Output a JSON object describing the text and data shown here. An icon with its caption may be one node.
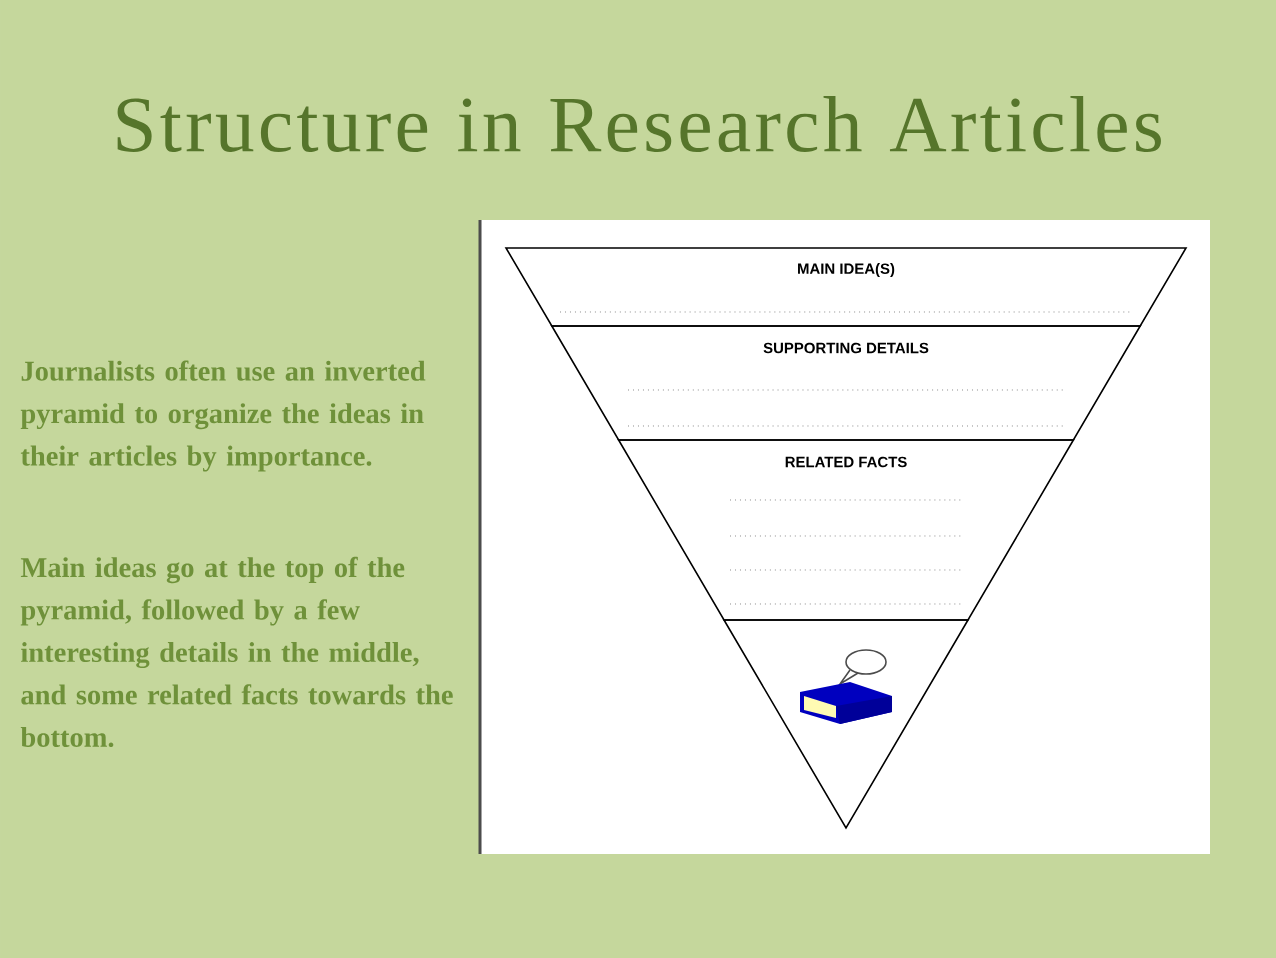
{
  "diagram": {
    "title": "Structure in Research Articles",
    "nodes": [
      {
        "text": [
          "MAIN IDEA(S)"
        ]
      },
      {
        "text": [
          "SUPPORTING DETAILS"
        ]
      },
      {
        "text": [
          "RELATED FACTS"
        ]
      },
      {
        "text": [],
        "shape": "triangle"
      }
    ],
    "labels": [
      "Journalists often use an inverted pyramid to organize the ideas in their articles by importance.",
      "Main ideas go at the top of the pyramid, followed by a few interesting details in the middle, and some related facts towards the bottom."
    ]
  }
}
